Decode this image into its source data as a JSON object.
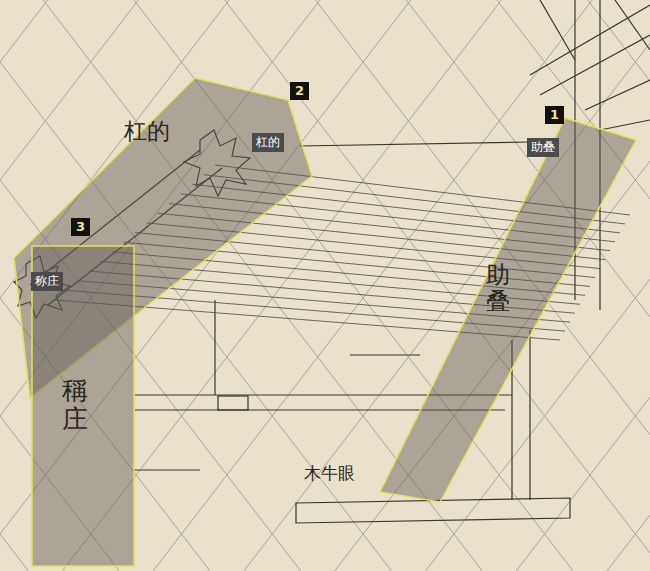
{
  "diagram": {
    "nodes": [
      {
        "text": [
          "1",
          "助叠",
          "助叠"
        ]
      },
      {
        "text": [
          "2",
          "杠的"
        ]
      },
      {
        "text": [
          "3",
          "称庄",
          "稱庄"
        ]
      }
    ],
    "labels": [
      "杠的",
      "木牛眼"
    ]
  }
}
